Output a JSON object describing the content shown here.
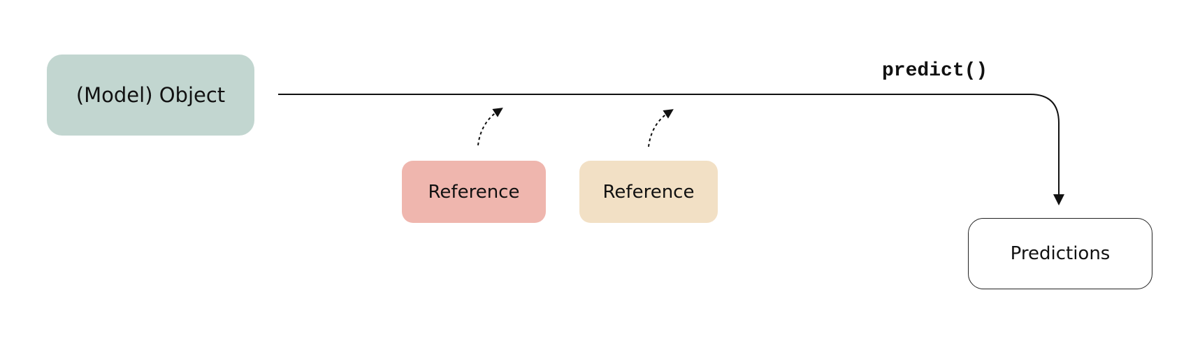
{
  "nodes": {
    "model_object": {
      "label": "(Model) Object",
      "color": "#c2d6d0"
    },
    "reference_1": {
      "label": "Reference",
      "color": "#efb6ae"
    },
    "reference_2": {
      "label": "Reference",
      "color": "#f2e0c5"
    },
    "predictions": {
      "label": "Predictions",
      "border_color": "#222222"
    }
  },
  "edges": {
    "main": {
      "label": "predict()",
      "from": "model_object",
      "to": "predictions"
    },
    "reference_links": [
      "reference_1",
      "reference_2"
    ]
  },
  "colors": {
    "line": "#111111"
  }
}
